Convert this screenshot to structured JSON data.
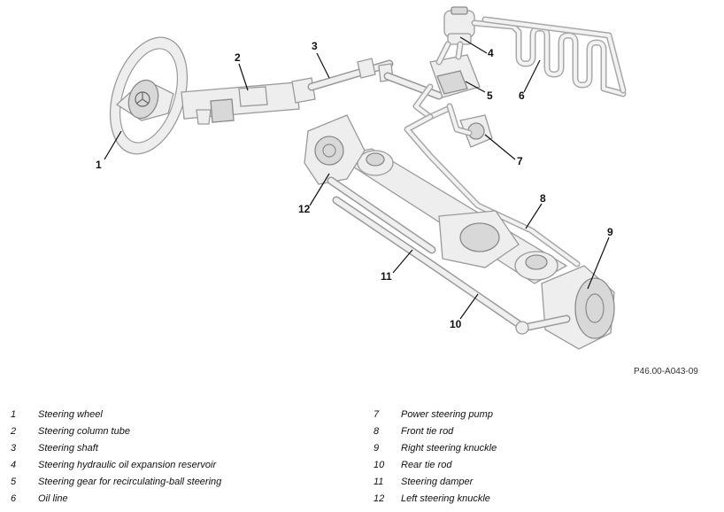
{
  "figure": {
    "reference_code": "P46.00-A043-09"
  },
  "callouts": [
    "1",
    "2",
    "3",
    "4",
    "5",
    "6",
    "7",
    "8",
    "9",
    "10",
    "11",
    "12"
  ],
  "legend": [
    {
      "num": "1",
      "text": "Steering wheel"
    },
    {
      "num": "2",
      "text": "Steering column tube"
    },
    {
      "num": "3",
      "text": "Steering shaft"
    },
    {
      "num": "4",
      "text": "Steering hydraulic oil expansion reservoir"
    },
    {
      "num": "5",
      "text": "Steering gear for recirculating-ball steering"
    },
    {
      "num": "6",
      "text": "Oil line"
    },
    {
      "num": "7",
      "text": "Power steering pump"
    },
    {
      "num": "8",
      "text": "Front tie rod"
    },
    {
      "num": "9",
      "text": "Right steering knuckle"
    },
    {
      "num": "10",
      "text": "Rear tie rod"
    },
    {
      "num": "11",
      "text": "Steering damper"
    },
    {
      "num": "12",
      "text": "Left steering knuckle"
    }
  ]
}
